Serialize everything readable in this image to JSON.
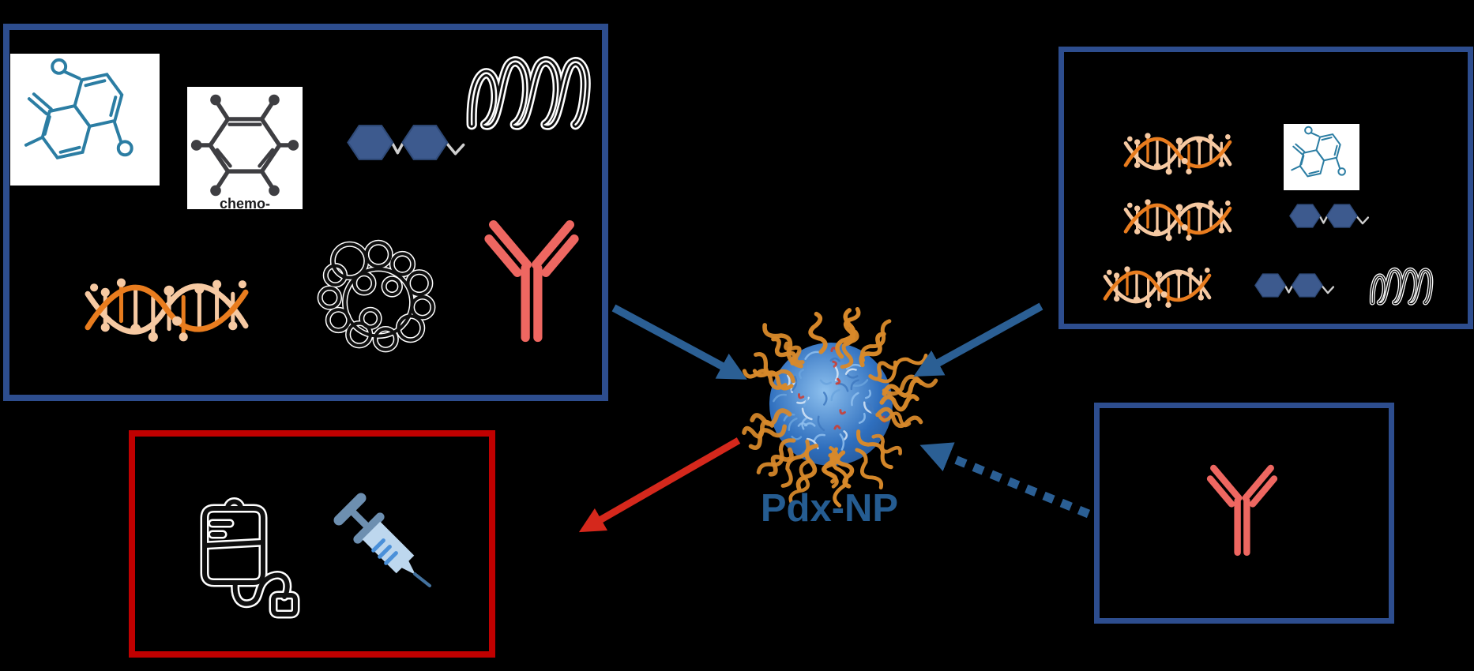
{
  "labels": {
    "center": "Pdx-NP",
    "chemo": "chemo-"
  },
  "colors": {
    "background": "#000000",
    "border_blue": "#2d4d8e",
    "red_border": "#c00000",
    "arrow_blue": "#2b5f94",
    "arrow_red": "#d5281c",
    "label_blue": "#255c91",
    "teal": "#2b7da3",
    "molecule_dark": "#3e3e42",
    "hex_blue": "#3d5a8e",
    "connector_gray": "#cfcfcf",
    "dna_orange": "#e87c1e",
    "dna_peach": "#f6c9a2",
    "antibody_coral": "#ee6761",
    "icon_black": "#0f0f0f",
    "icon_halo": "#ffffff",
    "syringe_light": "#bdd7ee",
    "syringe_dark": "#6d8fb0",
    "syringe_tick": "#4a90d9",
    "needle_blue": "#44729e",
    "np_core_light": "#8ec1ef",
    "np_core_dark": "#2f6fbe",
    "np_chain": "#d8892a",
    "np_speck": "#d03a2d"
  },
  "boxes": {
    "top_left": {
      "border": "blue",
      "items": [
        "quinone-molecule",
        "chemo-drug-molecule",
        "hexagon-dimer",
        "polymer-coil",
        "dna-helix",
        "micelle",
        "antibody"
      ]
    },
    "top_right": {
      "border": "blue",
      "rows": [
        [
          "dna-helix",
          "quinone-molecule"
        ],
        [
          "dna-helix",
          "hexagon-dimer"
        ],
        [
          "dna-helix",
          "hexagon-dimer",
          "polymer-coil"
        ]
      ]
    },
    "bottom_right": {
      "border": "blue",
      "items": [
        "antibody"
      ]
    },
    "bottom_left": {
      "border": "red",
      "items": [
        "iv-bag",
        "syringe"
      ]
    }
  },
  "center": {
    "object": "nanoparticle",
    "label": "Pdx-NP"
  },
  "arrows": [
    {
      "from": "top-left-box",
      "to": "nanoparticle",
      "style": "solid",
      "color": "blue"
    },
    {
      "from": "top-right-box",
      "to": "nanoparticle",
      "style": "solid",
      "color": "blue"
    },
    {
      "from": "bottom-right-box",
      "to": "nanoparticle",
      "style": "dashed",
      "color": "blue"
    },
    {
      "from": "nanoparticle",
      "to": "bottom-left-box",
      "style": "solid",
      "color": "red"
    }
  ]
}
